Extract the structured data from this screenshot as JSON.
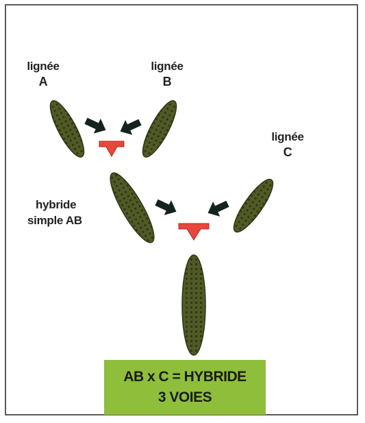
{
  "labels": {
    "line_a": {
      "line1": "lignée",
      "line2": "A"
    },
    "line_b": {
      "line1": "lignée",
      "line2": "B"
    },
    "line_c": {
      "line1": "lignée",
      "line2": "C"
    },
    "hybrid_simple": {
      "line1": "hybride",
      "line2": "simple AB"
    }
  },
  "result": {
    "line1": "AB x C = HYBRIDE",
    "line2": "3 VOIES"
  },
  "colors": {
    "ear_fill": "#4f5a26",
    "ear_dark": "#2f3614",
    "pollen_arrow": "#14241c",
    "merge_arrow": "#e8473c",
    "result_box": "#8ebe3a"
  },
  "icons": {
    "ear": "corn-ear-icon",
    "pollen": "pollen-arrow-icon",
    "merge": "merge-arrow-icon"
  }
}
